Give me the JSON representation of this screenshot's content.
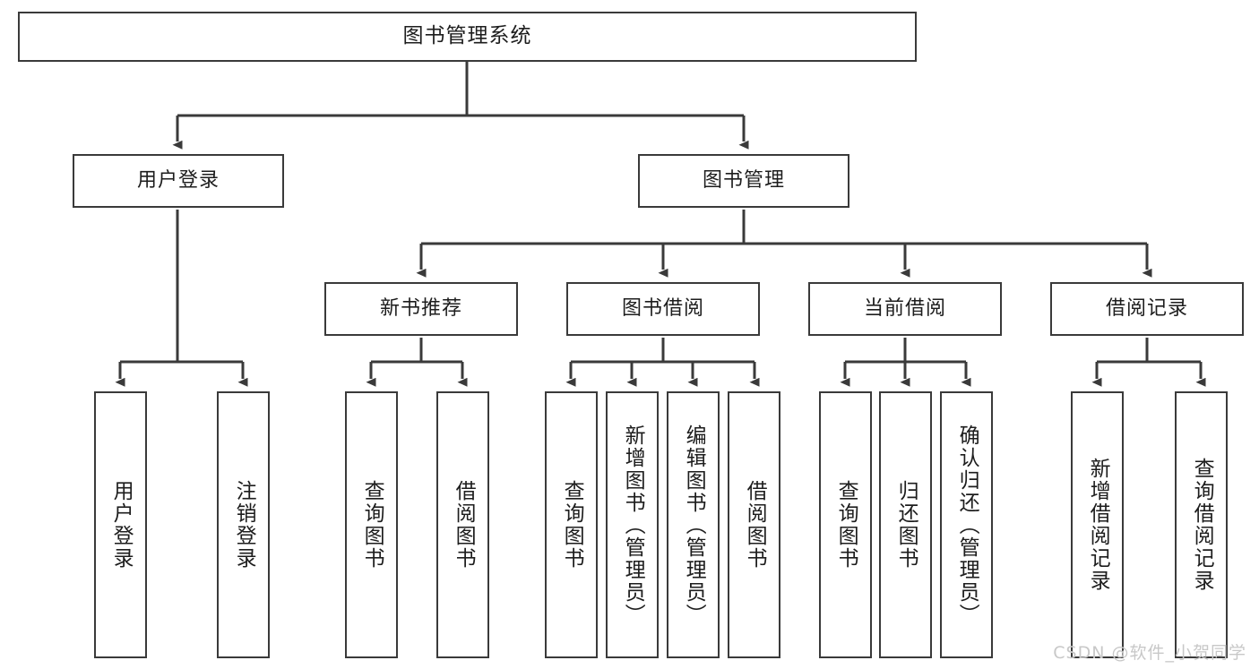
{
  "diagram": {
    "title": "图书管理系统",
    "type": "tree-hierarchy",
    "root": {
      "id": "root",
      "label": "图书管理系统"
    },
    "level1": [
      {
        "id": "user-login",
        "label": "用户登录"
      },
      {
        "id": "book-manage",
        "label": "图书管理"
      }
    ],
    "level2": [
      {
        "id": "new-book-recommend",
        "label": "新书推荐",
        "parent": "book-manage"
      },
      {
        "id": "book-borrow",
        "label": "图书借阅",
        "parent": "book-manage"
      },
      {
        "id": "current-borrow",
        "label": "当前借阅",
        "parent": "book-manage"
      },
      {
        "id": "borrow-record",
        "label": "借阅记录",
        "parent": "book-manage"
      }
    ],
    "leaves": [
      {
        "id": "leaf-user-login",
        "label": "用户登录",
        "parent": "user-login"
      },
      {
        "id": "leaf-user-logout",
        "label": "注销登录",
        "parent": "user-login"
      },
      {
        "id": "leaf-query-book-1",
        "label": "查询图书",
        "parent": "new-book-recommend"
      },
      {
        "id": "leaf-borrow-book-1",
        "label": "借阅图书",
        "parent": "new-book-recommend"
      },
      {
        "id": "leaf-query-book-2",
        "label": "查询图书",
        "parent": "book-borrow"
      },
      {
        "id": "leaf-add-book",
        "label": "新增图书（管理员）",
        "parent": "book-borrow"
      },
      {
        "id": "leaf-edit-book",
        "label": "编辑图书（管理员）",
        "parent": "book-borrow"
      },
      {
        "id": "leaf-borrow-book-2",
        "label": "借阅图书",
        "parent": "book-borrow"
      },
      {
        "id": "leaf-query-book-3",
        "label": "查询图书",
        "parent": "current-borrow"
      },
      {
        "id": "leaf-return-book",
        "label": "归还图书",
        "parent": "current-borrow"
      },
      {
        "id": "leaf-confirm-return",
        "label": "确认归还（管理员）",
        "parent": "current-borrow"
      },
      {
        "id": "leaf-add-record",
        "label": "新增借阅记录",
        "parent": "borrow-record"
      },
      {
        "id": "leaf-query-record",
        "label": "查询借阅记录",
        "parent": "borrow-record"
      }
    ],
    "watermark": "CSDN @软件_小贺同学",
    "colors": {
      "border": "#3a3a3a",
      "text": "#1d1d1d",
      "background": "#ffffff",
      "connector": "#3a3a3a",
      "watermark": "#c8c8c8"
    }
  }
}
